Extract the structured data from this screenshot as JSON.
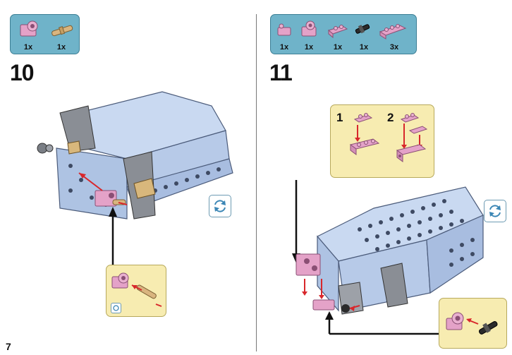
{
  "page_number": "7",
  "step10": {
    "number": "10",
    "parts": [
      {
        "icon": "pink-pin-connector-icon",
        "qty": "1x"
      },
      {
        "icon": "tan-axle-pin-icon",
        "qty": "1x"
      }
    ]
  },
  "step11": {
    "number": "11",
    "parts": [
      {
        "icon": "pink-plate-clip-icon",
        "qty": "1x"
      },
      {
        "icon": "pink-pin-connector-icon",
        "qty": "1x"
      },
      {
        "icon": "pink-plate-1x2-icon",
        "qty": "1x"
      },
      {
        "icon": "black-axle-pin-icon",
        "qty": "1x"
      },
      {
        "icon": "pink-plate-1x3-icon",
        "qty": "3x"
      }
    ],
    "sub_steps": [
      {
        "label": "1"
      },
      {
        "label": "2"
      }
    ]
  },
  "colors": {
    "parts_box": "#6fb3c9",
    "callout": "#f7ecb1",
    "model_body": "#bcd0ec",
    "pink": "#e4a2c8",
    "arrow_red": "#d8272b"
  }
}
